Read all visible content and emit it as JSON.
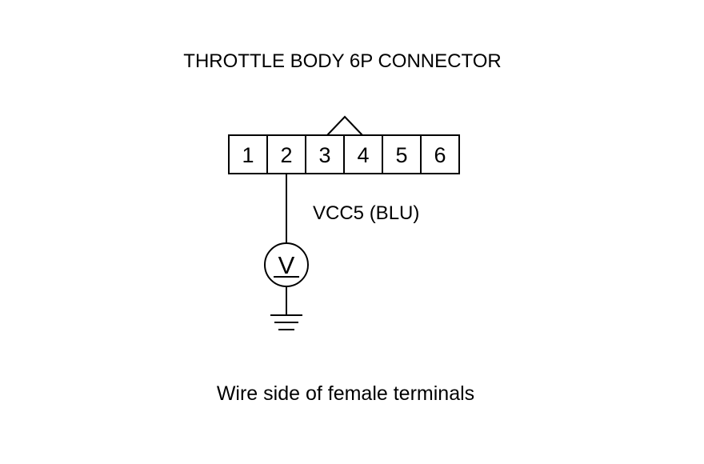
{
  "diagram": {
    "title": "THROTTLE BODY 6P CONNECTOR",
    "pins": [
      "1",
      "2",
      "3",
      "4",
      "5",
      "6"
    ],
    "wire_label": "VCC5 (BLU)",
    "caption": "Wire side of female terminals",
    "meter": {
      "symbol": "V",
      "icon": "voltmeter-icon"
    },
    "ground_icon": "ground-icon",
    "latch_icon": "connector-latch-icon"
  }
}
